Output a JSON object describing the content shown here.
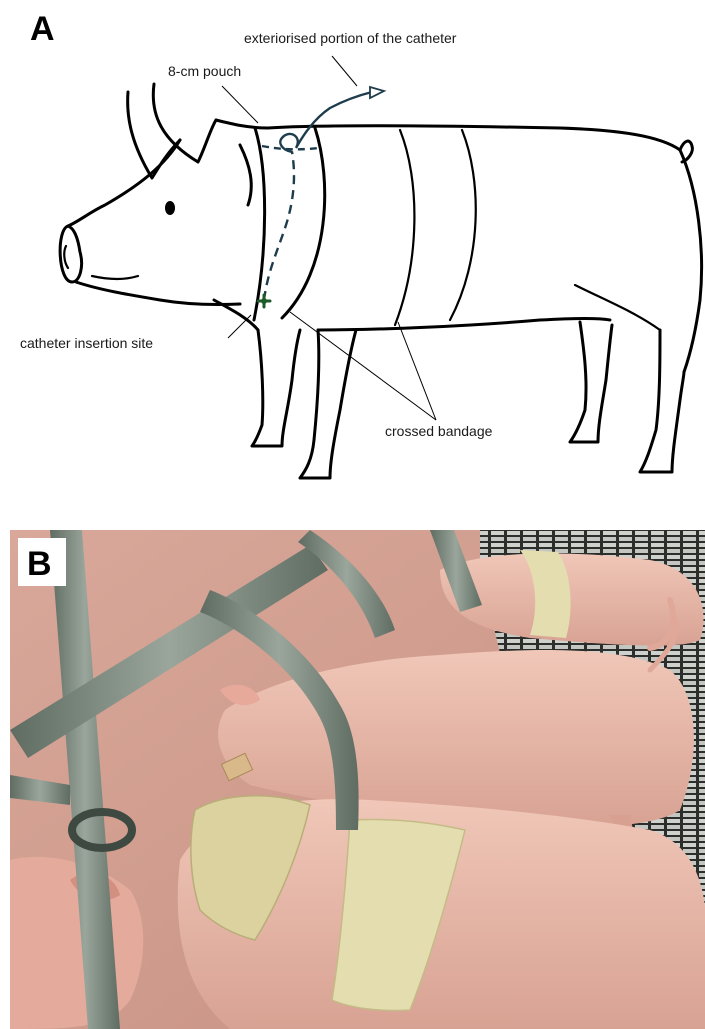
{
  "panel_a": {
    "letter": "A",
    "labels": {
      "exteriorised": "exteriorised portion of the catheter",
      "pouch": "8-cm pouch",
      "insertion": "catheter insertion site",
      "bandage": "crossed bandage"
    }
  },
  "panel_b": {
    "letter": "B"
  },
  "colors": {
    "catheter": "#1e3d4c",
    "insertion_mark": "#1f5a2a",
    "bandage": "#e4ddb0",
    "pig_skin": "#e9b9a8",
    "crate_bar": "#7d8a7d",
    "floor": "#c9cbc6"
  }
}
